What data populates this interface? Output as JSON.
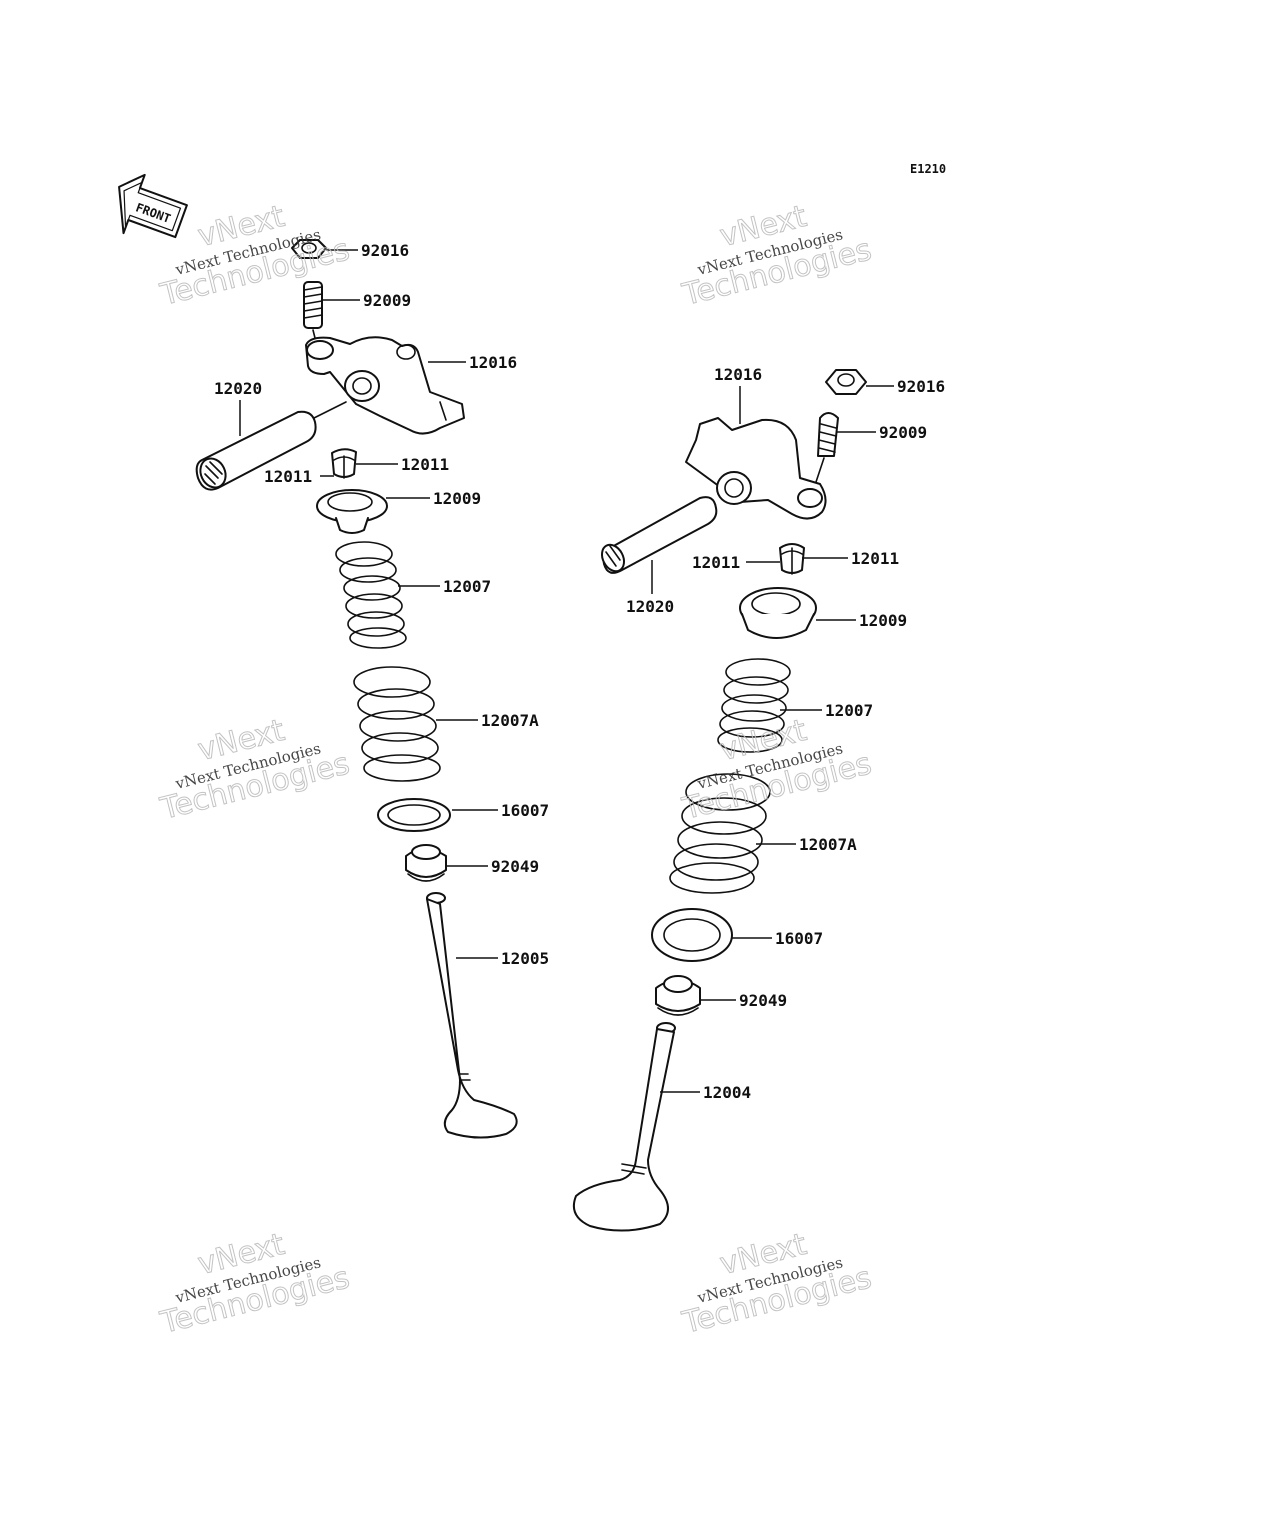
{
  "diagram_code": "E1210",
  "front_label": "FRONT",
  "watermark": {
    "brand": "vNext",
    "small_text": "vNext Technologies",
    "big_text": "Technologies"
  },
  "callouts": {
    "left": {
      "p92016": "92016",
      "p92009": "92009",
      "p12016": "12016",
      "p12020": "12020",
      "p12011a": "12011",
      "p12011b": "12011",
      "p12009": "12009",
      "p12007": "12007",
      "p12007a": "12007A",
      "p16007": "16007",
      "p92049": "92049",
      "p12005": "12005"
    },
    "right": {
      "p12016": "12016",
      "p92016": "92016",
      "p92009": "92009",
      "p12011a": "12011",
      "p12011b": "12011",
      "p12020": "12020",
      "p12009": "12009",
      "p12007": "12007",
      "p12007a": "12007A",
      "p16007": "16007",
      "p92049": "92049",
      "p12004": "12004"
    }
  }
}
